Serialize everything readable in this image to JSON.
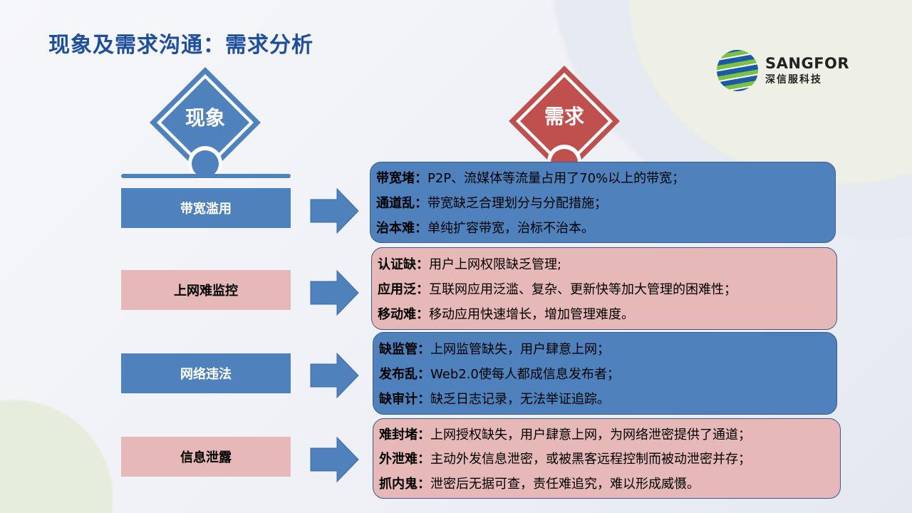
{
  "title": "现象及需求沟通：需求分析",
  "logo": {
    "en": "SANGFOR",
    "cn": "深信服科技"
  },
  "headers": {
    "phenomenon": "现象",
    "requirement": "需求"
  },
  "colors": {
    "blue": "#4f81bd",
    "pink": "#e6b8b7",
    "red": "#c0504d",
    "title": "#1f4e9c"
  },
  "rows": [
    {
      "label": "带宽滥用",
      "lines": [
        {
          "k": "带宽堵：",
          "v": "P2P、流媒体等流量占用了70%以上的带宽；"
        },
        {
          "k": "通道乱：",
          "v": "带宽缺乏合理划分与分配措施；"
        },
        {
          "k": "治本难：",
          "v": "单纯扩容带宽，治标不治本。"
        }
      ]
    },
    {
      "label": "上网难监控",
      "lines": [
        {
          "k": "认证缺：",
          "v": "用户上网权限缺乏管理;"
        },
        {
          "k": "应用泛：",
          "v": "互联网应用泛滥、复杂、更新快等加大管理的困难性；"
        },
        {
          "k": "移动难：",
          "v": "移动应用快速增长，增加管理难度。"
        }
      ]
    },
    {
      "label": "网络违法",
      "lines": [
        {
          "k": "缺监管：",
          "v": "上网监管缺失，用户肆意上网；"
        },
        {
          "k": "发布乱：",
          "v": "Web2.0使每人都成信息发布者；"
        },
        {
          "k": "缺审计：",
          "v": "缺乏日志记录，无法举证追踪。"
        }
      ]
    },
    {
      "label": "信息泄露",
      "lines": [
        {
          "k": "难封堵：",
          "v": "上网授权缺失，用户肆意上网，为网络泄密提供了通道；"
        },
        {
          "k": "外泄难：",
          "v": "主动外发信息泄密，或被黑客远程控制而被动泄密并存；"
        },
        {
          "k": "抓内鬼：",
          "v": "泄密后无据可查，责任难追究，难以形成威慑。"
        }
      ]
    }
  ]
}
